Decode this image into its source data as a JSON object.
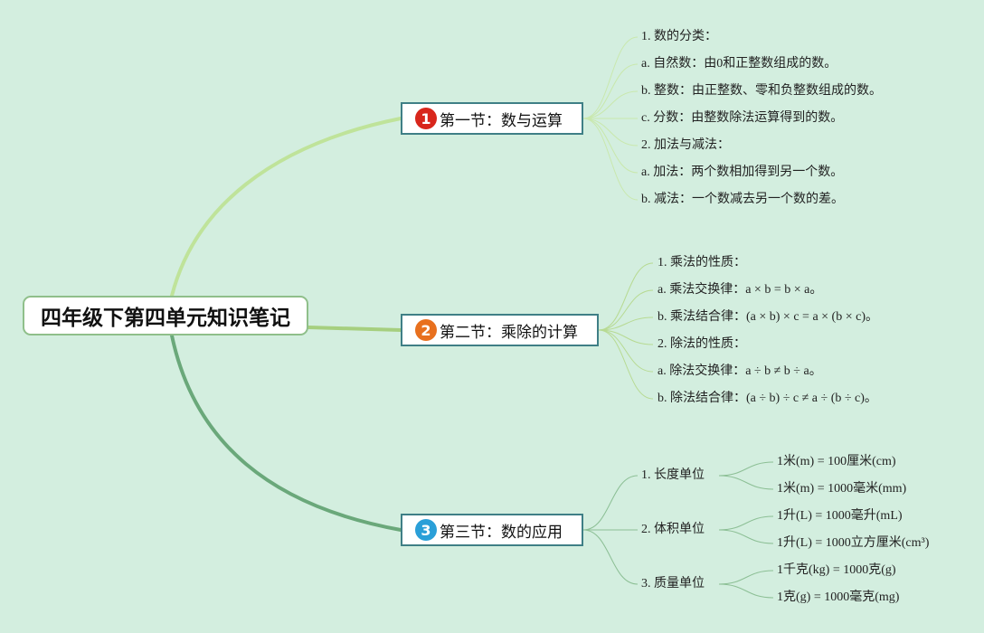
{
  "root": {
    "title": "四年级下第四单元知识笔记"
  },
  "sections": [
    {
      "badge": "1",
      "badge_color": "#d8261c",
      "line_color": "#bfe39a",
      "leaf_line_color": "#c9e8ad",
      "title": "第一节：数与运算",
      "items": [
        "1. 数的分类：",
        "a. 自然数：由0和正整数组成的数。",
        "b. 整数：由正整数、零和负整数组成的数。",
        "c. 分数：由整数除法运算得到的数。",
        "2. 加法与减法：",
        "a. 加法：两个数相加得到另一个数。",
        "b. 减法：一个数减去另一个数的差。"
      ]
    },
    {
      "badge": "2",
      "badge_color": "#e8701e",
      "line_color": "#a6cf7f",
      "leaf_line_color": "#b7da92",
      "title": "第二节：乘除的计算",
      "items": [
        "1. 乘法的性质：",
        "a. 乘法交换律：a × b = b × a。",
        "b. 乘法结合律：(a × b) × c = a × (b × c)。",
        "2. 除法的性质：",
        "a. 除法交换律：a ÷ b ≠ b ÷ a。",
        "b. 除法结合律：(a ÷ b) ÷ c ≠ a ÷ (b ÷ c)。"
      ]
    },
    {
      "badge": "3",
      "badge_color": "#2a9fd8",
      "line_color": "#6aa87a",
      "leaf_line_color": "#8cbf95",
      "title": "第三节：数的应用",
      "groups": [
        {
          "label": "1. 长度单位",
          "items": [
            "1米(m) = 100厘米(cm)",
            "1米(m) = 1000毫米(mm)"
          ]
        },
        {
          "label": "2. 体积单位",
          "items": [
            "1升(L) = 1000毫升(mL)",
            "1升(L) = 1000立方厘米(cm³)"
          ]
        },
        {
          "label": "3. 质量单位",
          "items": [
            "1千克(kg) = 1000克(g)",
            "1克(g) = 1000毫克(mg)"
          ]
        }
      ]
    }
  ]
}
